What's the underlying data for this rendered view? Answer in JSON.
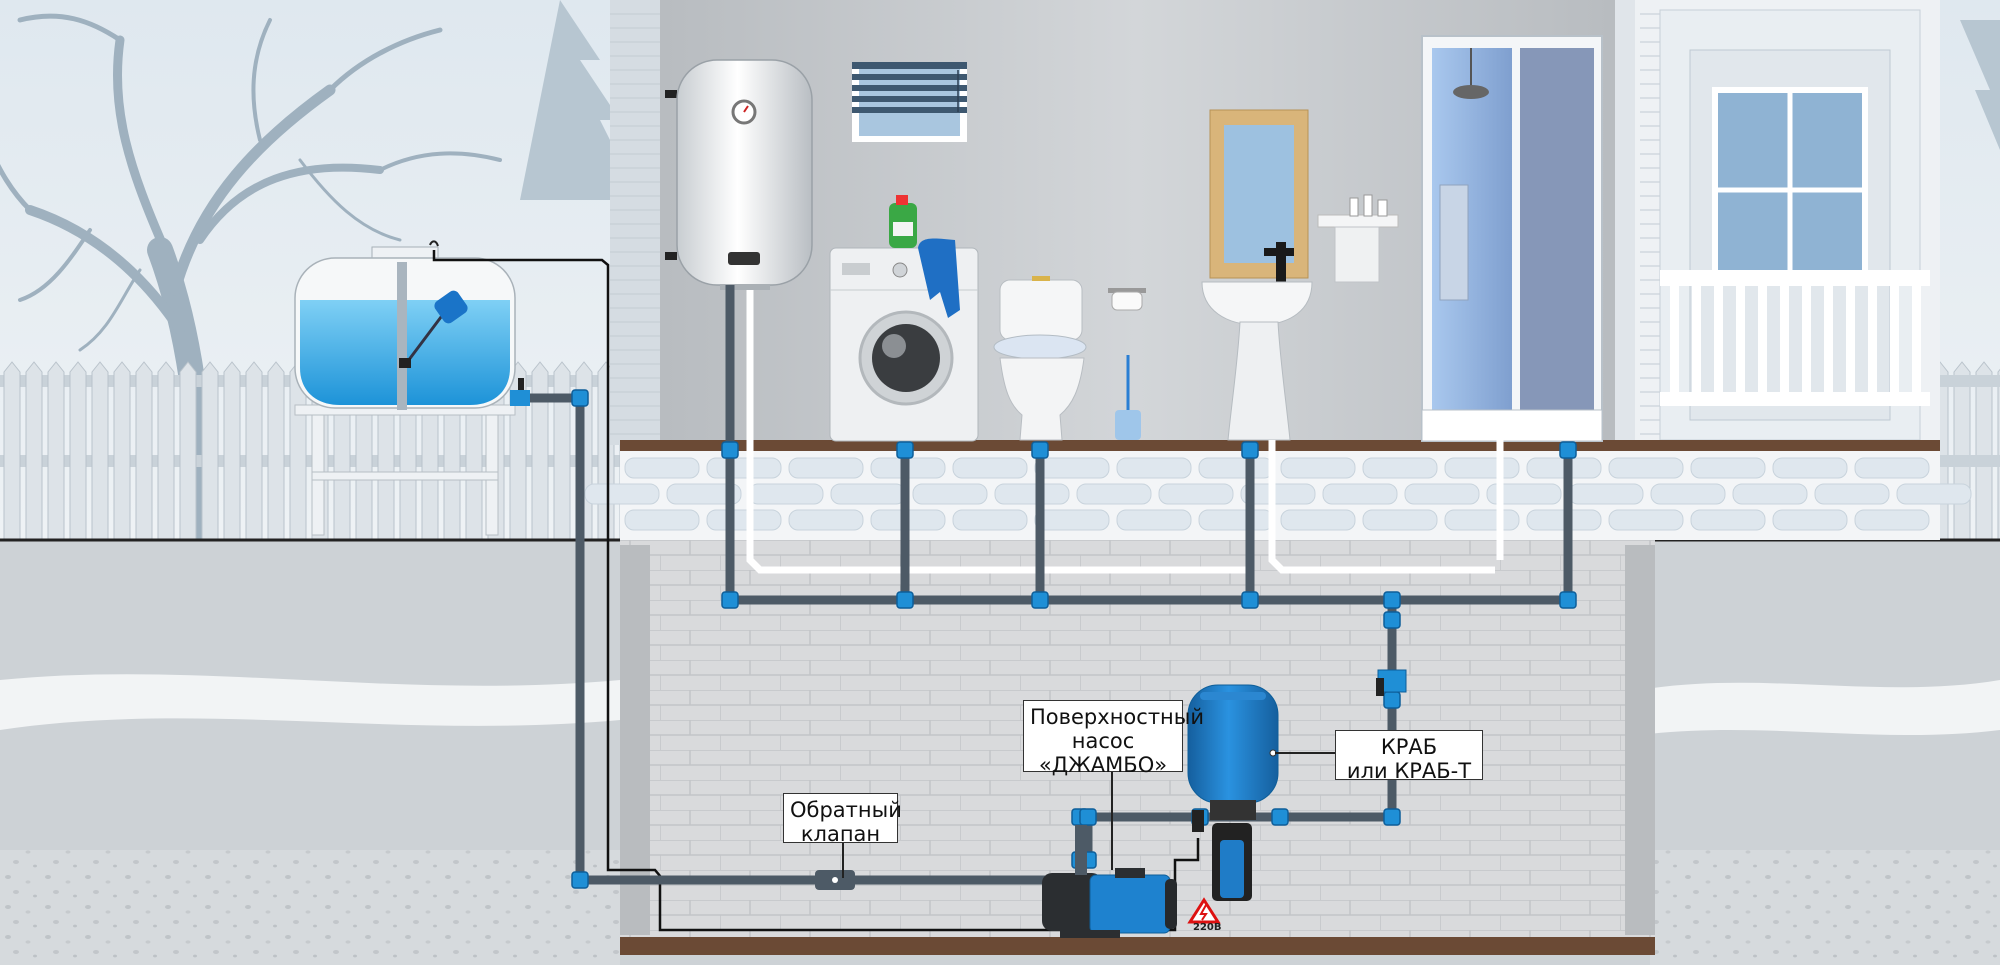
{
  "labels": {
    "pump": [
      "Поверхностный",
      "насос",
      "«ДЖАМБО»"
    ],
    "check_valve": [
      "Обратный",
      "клапан"
    ],
    "accumulator": [
      "КРАБ",
      "или КРАБ-Т"
    ],
    "voltage": "220В"
  },
  "colors": {
    "pipe": "#4d5a66",
    "fitting": "#1f8fd6",
    "water": "#2ea8e6",
    "accumulator": "#1d7fce",
    "wall_interior": "#c9cdd1",
    "floor": "#6b4a35",
    "ground": "#cfd4d9"
  },
  "icons": [
    "tree-icon",
    "fence-icon",
    "water-tank-icon",
    "float-switch-icon",
    "boiler-icon",
    "window-blinds-icon",
    "washing-machine-icon",
    "detergent-bottle-icon",
    "towel-icon",
    "toilet-icon",
    "toilet-paper-icon",
    "toilet-brush-icon",
    "mirror-icon",
    "sink-icon",
    "shelf-icon",
    "shower-cabin-icon",
    "porch-icon",
    "surface-pump-icon",
    "hydroaccumulator-icon",
    "pressure-switch-icon",
    "check-valve-icon",
    "ball-valve-icon",
    "high-voltage-warning-icon"
  ]
}
